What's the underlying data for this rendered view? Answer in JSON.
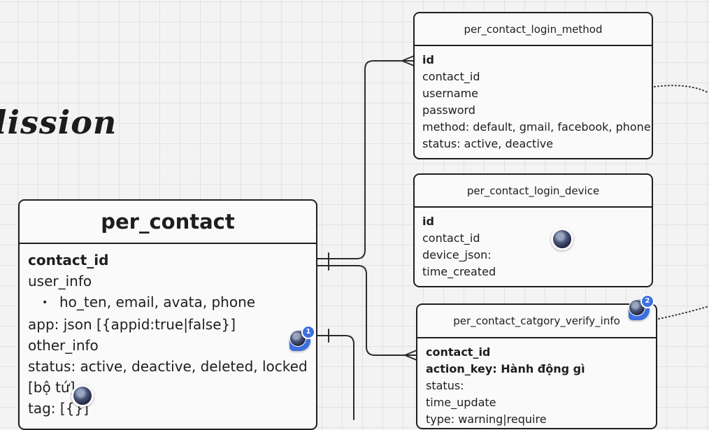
{
  "frame": {
    "title": "lission"
  },
  "tables": {
    "login_method": {
      "name": "per_contact_login_method",
      "fields": [
        "id",
        "contact_id",
        "username",
        "password",
        "method: default, gmail, facebook, phone",
        "status: active, deactive"
      ]
    },
    "login_device": {
      "name": "per_contact_login_device",
      "fields": [
        "id",
        "contact_id",
        "device_json:",
        "time_created"
      ]
    },
    "verify_info": {
      "name": "per_contact_catgory_verify_info",
      "fields": [
        "contact_id",
        "action_key: Hành động gì",
        "status:",
        "time_update",
        "type: warning|require"
      ]
    },
    "contact": {
      "name": "per_contact",
      "fields": [
        "contact_id",
        "user_info",
        "ho_ten, email, avata, phone",
        "app: json [{appid:true|false}]",
        "other_info",
        "status: active, deactive, deleted, locked",
        "[bộ tứ]",
        "tag: [{}]"
      ]
    }
  },
  "comments": [
    {
      "count": "1"
    },
    {
      "count": "2"
    }
  ],
  "colors": {
    "line": "#2b2b2b",
    "comment": "#3d6fe0",
    "grid": "#e2e2e2"
  }
}
